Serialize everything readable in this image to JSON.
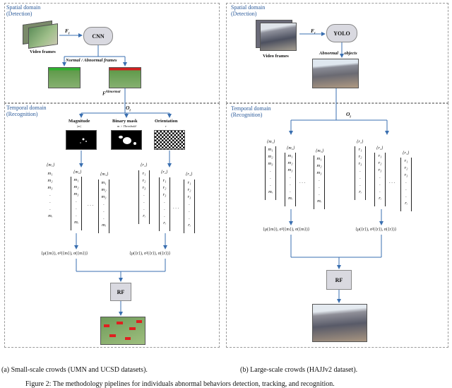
{
  "left": {
    "spatial_title_line1": "Spatial domain",
    "spatial_title_line2": "(Detection)",
    "fi": "F",
    "fi_sub": "i",
    "cnn": "CNN",
    "video_frames": "Video frames",
    "normal_abnormal": "Normal / Abnormal frames",
    "fi_abnormal": "F",
    "fi_abnormal_sup": "Abnormal",
    "oi": "O",
    "oi_sub": "i",
    "temporal_title_line1": "Temporal domain",
    "temporal_title_line2": "(Recognition)",
    "magnitude": "Magnitude",
    "magnitude_sub": "|m|",
    "binary_mask": "Binary mask",
    "binary_mask_sub": "m > Threshold",
    "orientation": "Orientation",
    "orientation_sub": "r",
    "formula_m": "{μ({m}), σ²({m}), σ({m})}",
    "formula_r": "{μ({r}), σ²({r}), σ({r})}",
    "rf": "RF"
  },
  "right": {
    "spatial_title_line1": "Spatial domain",
    "spatial_title_line2": "(Detection)",
    "fi": "F",
    "fi_sub": "i",
    "yolo": "YOLO",
    "video_frames": "Video frames",
    "abnormal": "Abnormal",
    "objects": "objects",
    "oi": "O",
    "oi_sub": "i",
    "temporal_title_line1": "Temporal domain",
    "temporal_title_line2": "(Recognition)",
    "formula_m": "{μ({m}), σ²({m}), σ({m})}",
    "formula_r": "{μ({r}), σ²({r}), σ({r})}",
    "rf": "RF"
  },
  "vectors": {
    "m_head": "{m₁}",
    "m2_head": "{m₂}",
    "m3_head": "{m₃}",
    "r_head": "{r₁}",
    "r2_head": "{r₂}",
    "r3_head": "{r₃}",
    "m_col": "m₁\nm₂\nm₃\n.\n.\n.\nmᵢ",
    "r_col": "r₁\nr₂\nr₃\n.\n.\n.\nrᵢ",
    "dots": ". . ."
  },
  "captions": {
    "left": "(a) Small-scale crowds (UMN and UCSD datasets).",
    "right": "(b) Large-scale crowds (HAJJv2 dataset).",
    "figure": "Figure 2: The methodology pipelines for individuals abnormal behaviors detection, tracking, and recognition."
  },
  "colors": {
    "title_blue": "#2a5a9a",
    "arrow_blue": "#3a6fb0",
    "box_grey": "#d9d9e0"
  }
}
